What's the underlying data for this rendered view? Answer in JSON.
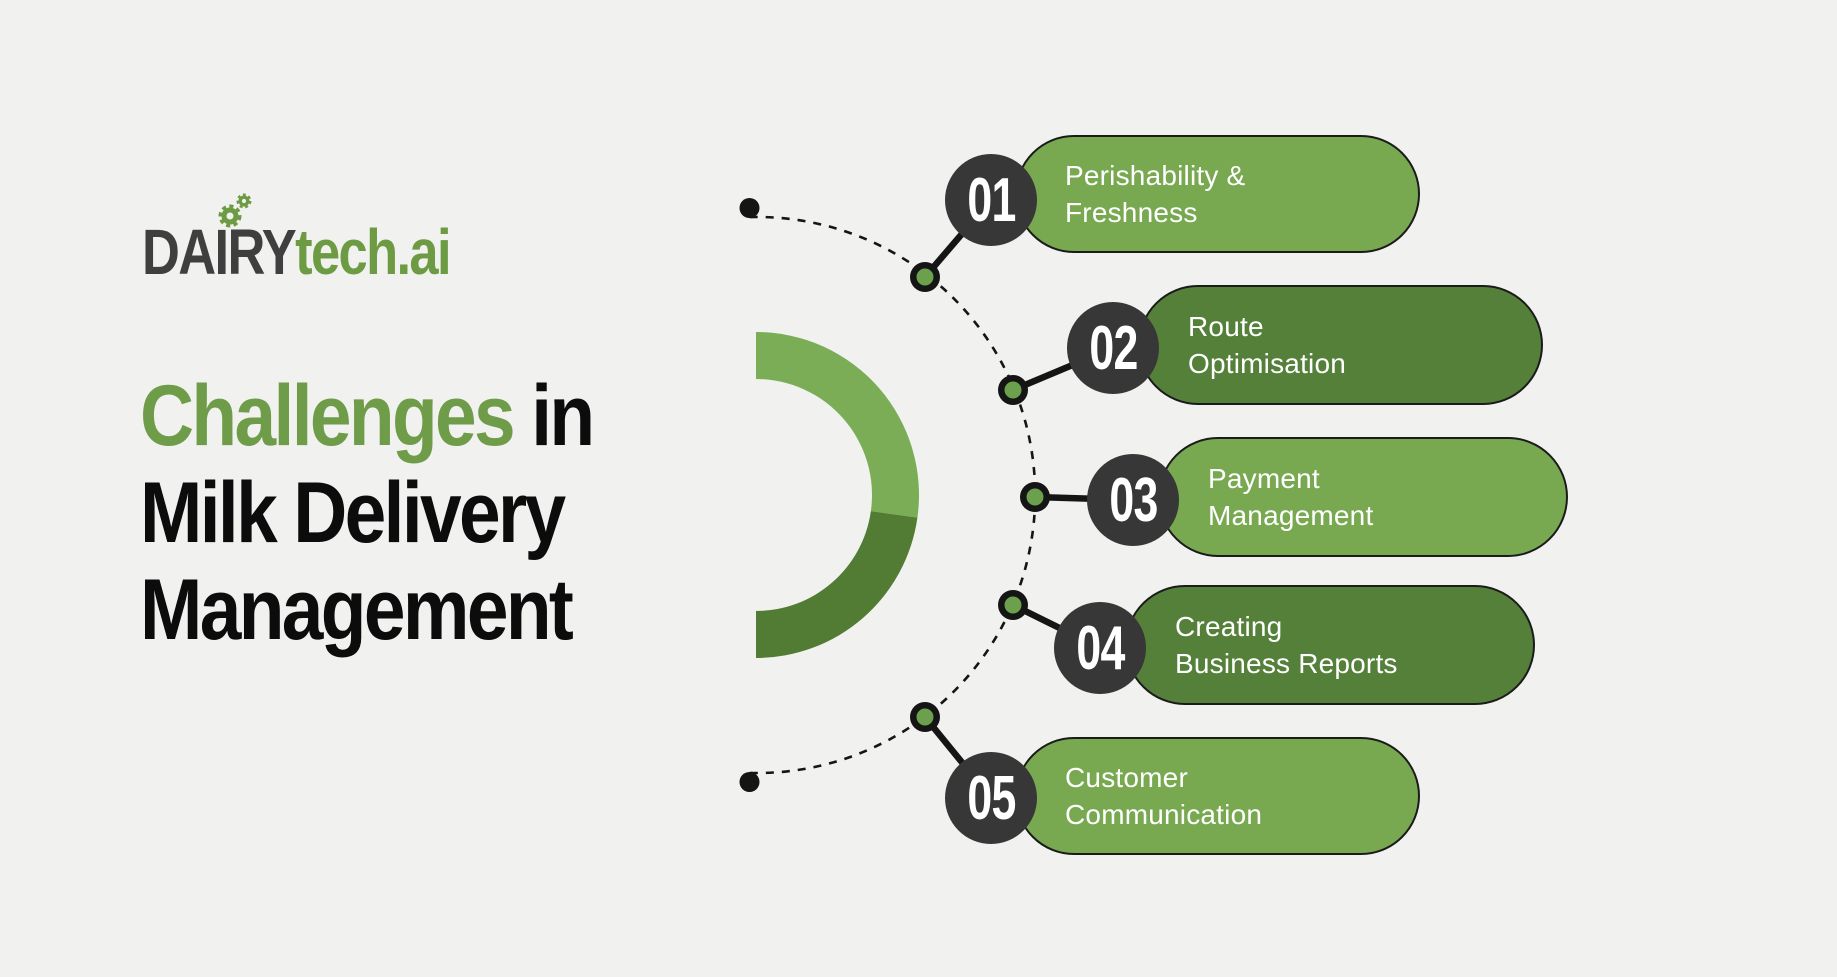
{
  "logo": {
    "brand_dark": "DAIRY",
    "brand_green": "tech.ai"
  },
  "title": {
    "highlight": "Challenges",
    "rest_line1": " in",
    "line2": "Milk Delivery",
    "line3": "Management"
  },
  "items": [
    {
      "number": "01",
      "line1": "Perishability &",
      "line2": "Freshness",
      "tone": "light"
    },
    {
      "number": "02",
      "line1": "Route",
      "line2": "Optimisation",
      "tone": "dark"
    },
    {
      "number": "03",
      "line1": "Payment",
      "line2": "Management",
      "tone": "light"
    },
    {
      "number": "04",
      "line1": "Creating",
      "line2": "Business Reports",
      "tone": "dark"
    },
    {
      "number": "05",
      "line1": "Customer",
      "line2": "Communication",
      "tone": "light"
    }
  ],
  "colors": {
    "bg": "#f1f1ef",
    "green_light": "#78a951",
    "green_dark": "#55803a",
    "donut_light": "#7bad56",
    "donut_dark": "#527c33",
    "title_green": "#6f9c49",
    "logo_green": "#6d9b43",
    "logo_dark": "#3f3f3f",
    "badge_bg": "#373737",
    "node_green": "#6ba14c",
    "ink": "#151515",
    "text_black": "#0c0c0c",
    "white": "#ffffff"
  }
}
